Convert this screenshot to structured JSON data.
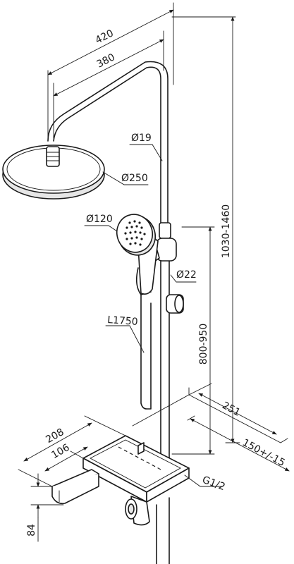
{
  "dimensions": {
    "width_outer": "420",
    "width_inner": "380",
    "pipe_diameter": "Ø19",
    "head_diameter": "Ø250",
    "hand_diameter": "Ø120",
    "bar_diameter": "Ø22",
    "hose_length": "L1750",
    "holder_height": "800-950",
    "total_height": "1030-1460",
    "depth_251": "251",
    "depth_208": "208",
    "depth_106": "106",
    "centres": "150+/-15",
    "thread": "G1/2",
    "height_84": "84"
  }
}
